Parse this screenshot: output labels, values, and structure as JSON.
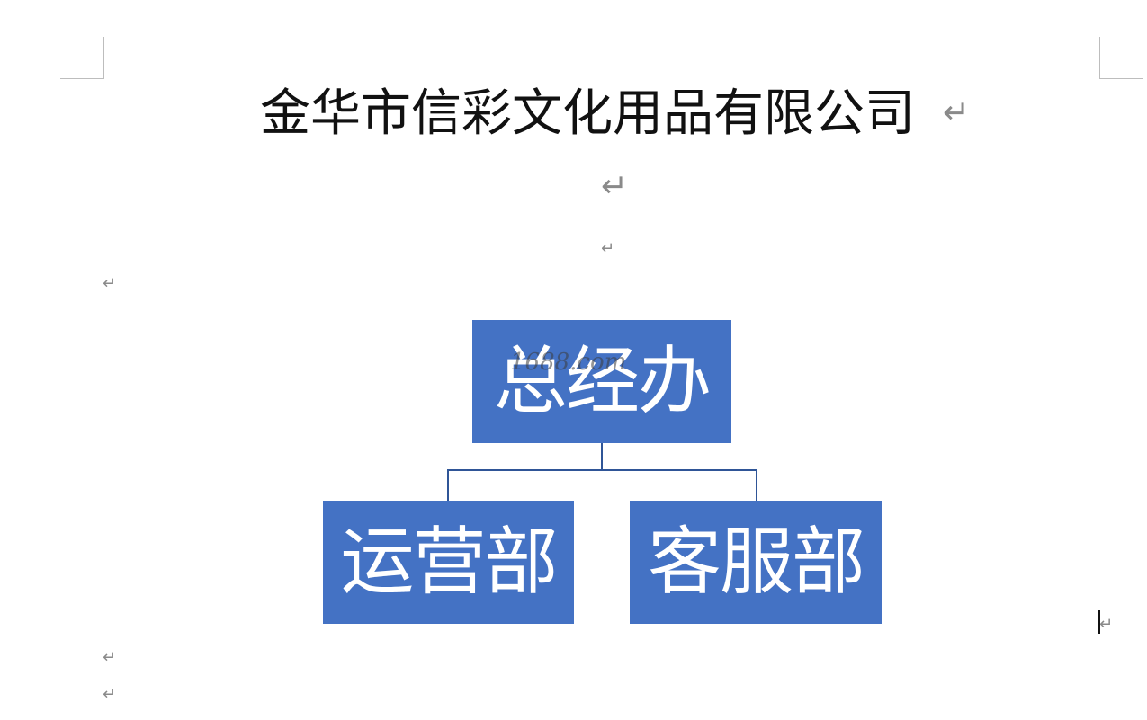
{
  "document": {
    "title": "金华市信彩文化用品有限公司",
    "paragraph_mark": "↵"
  },
  "org_chart": {
    "top": "总经办",
    "children": [
      "运营部",
      "客服部"
    ],
    "box_color": "#4472c4",
    "line_color": "#2f5597"
  },
  "watermark": {
    "text": "1688.com"
  }
}
